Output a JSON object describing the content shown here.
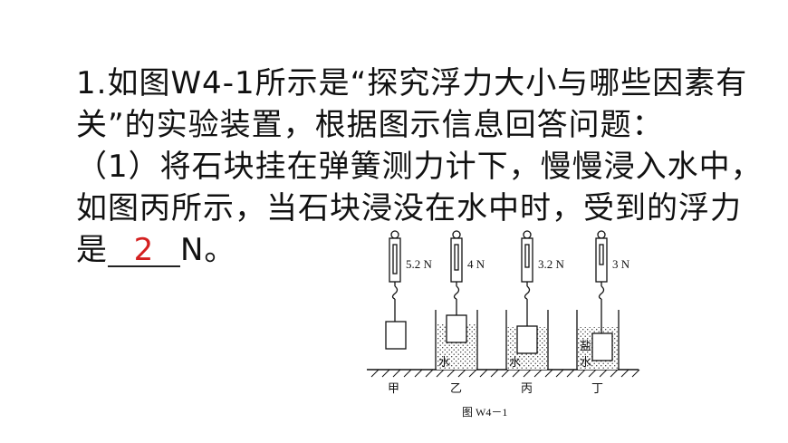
{
  "question": {
    "line1": "1.如图W4-1所示是“探究浮力大小与哪些因素有",
    "line2": "关”的实验装置，根据图示信息回答问题：",
    "line3": "（1）将石块挂在弹簧测力计下，慢慢浸入水中，",
    "line4": "如图丙所示，当石块浸没在水中时，受到的浮力",
    "line5_prefix": "是",
    "answer": "2",
    "line5_suffix": "N。"
  },
  "figure": {
    "caption": "图 W4－1",
    "readings": [
      "5.2 N",
      "4 N",
      "3.2 N",
      "3 N"
    ],
    "labels": [
      "甲",
      "乙",
      "丙",
      "丁"
    ],
    "liquid_labels": [
      "水",
      "水",
      "盐",
      "水"
    ],
    "answer_color": "#d42020"
  }
}
